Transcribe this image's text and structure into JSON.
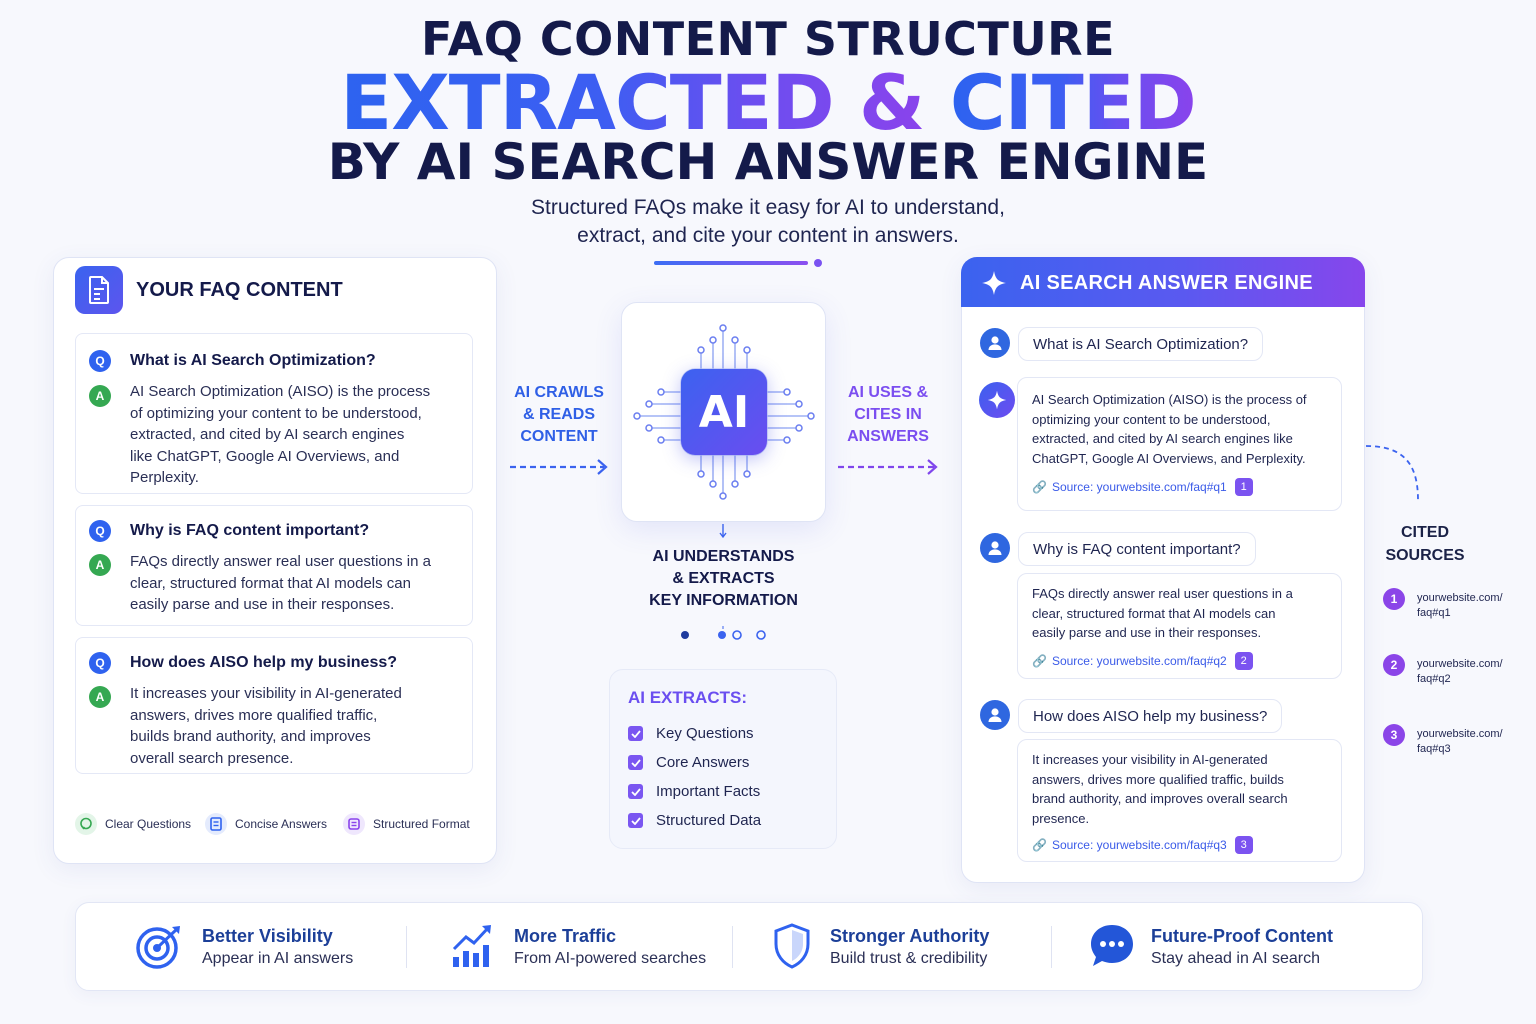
{
  "header": {
    "line1": "FAQ CONTENT STRUCTURE",
    "line2_a": "EXTRACTED &",
    "line2_b": "CITED",
    "line3": "BY AI SEARCH ANSWER ENGINE",
    "subtitle_1": "Structured FAQs make it easy for AI to understand,",
    "subtitle_2": "extract, and cite your content in answers."
  },
  "faq_card": {
    "title": "YOUR FAQ CONTENT",
    "q_badge": "Q",
    "a_badge": "A",
    "items": [
      {
        "question": "What is AI Search Optimization?",
        "answer_lines": [
          "AI Search Optimization (AISO) is the process",
          "of optimizing your content to be understood,",
          "extracted, and cited by AI search engines",
          "like ChatGPT, Google AI Overviews, and",
          "Perplexity."
        ]
      },
      {
        "question": "Why is FAQ content important?",
        "answer_lines": [
          "FAQs directly answer real user questions in a",
          "clear, structured format that AI models can",
          "easily parse and use in their responses."
        ]
      },
      {
        "question": "How does AISO help my business?",
        "answer_lines": [
          "It increases your visibility in AI-generated",
          "answers, drives more qualified traffic,",
          "builds brand authority, and improves",
          "overall search presence."
        ]
      }
    ],
    "features": [
      "Clear Questions",
      "Concise Answers",
      "Structured Format"
    ]
  },
  "flow": {
    "crawl": [
      "AI CRAWLS",
      "& READS",
      "CONTENT"
    ],
    "uses": [
      "AI USES &",
      "CITES IN",
      "ANSWERS"
    ],
    "understands": [
      "AI UNDERSTANDS",
      "& EXTRACTS",
      "KEY INFORMATION"
    ]
  },
  "ai_chip_label": "AI",
  "extracts": {
    "title": "AI EXTRACTS:",
    "items": [
      "Key Questions",
      "Core Answers",
      "Important Facts",
      "Structured Data"
    ]
  },
  "engine": {
    "title": "AI SEARCH ANSWER ENGINE",
    "exchanges": [
      {
        "question": "What is AI Search Optimization?",
        "answer_lines": [
          "AI Search Optimization (AISO) is the process of",
          "optimizing your content to be understood,",
          "extracted, and cited by AI search engines like",
          "ChatGPT, Google AI Overviews, and Perplexity."
        ],
        "source": "Source: yourwebsite.com/faq#q1",
        "num": "1"
      },
      {
        "question": "Why is FAQ content important?",
        "answer_lines": [
          "FAQs directly answer real user questions in a",
          "clear, structured format that AI models can",
          "easily parse and use in their responses."
        ],
        "source": "Source: yourwebsite.com/faq#q2",
        "num": "2"
      },
      {
        "question": "How does AISO help my business?",
        "answer_lines": [
          "It increases your visibility in AI-generated",
          "answers, drives more qualified traffic, builds",
          "brand authority, and improves overall search",
          "presence."
        ],
        "source": "Source: yourwebsite.com/faq#q3",
        "num": "3"
      }
    ]
  },
  "cited_sources": {
    "title_1": "CITED",
    "title_2": "SOURCES",
    "items": [
      {
        "num": "1",
        "line1": "yourwebsite.com/",
        "line2": "faq#q1"
      },
      {
        "num": "2",
        "line1": "yourwebsite.com/",
        "line2": "faq#q2"
      },
      {
        "num": "3",
        "line1": "yourwebsite.com/",
        "line2": "faq#q3"
      }
    ]
  },
  "benefits": [
    {
      "title": "Better Visibility",
      "sub": "Appear in AI answers",
      "icon": "target-icon"
    },
    {
      "title": "More Traffic",
      "sub": "From AI-powered searches",
      "icon": "growth-chart-icon"
    },
    {
      "title": "Stronger Authority",
      "sub": "Build trust & credibility",
      "icon": "shield-icon"
    },
    {
      "title": "Future-Proof Content",
      "sub": "Stay ahead in AI search",
      "icon": "chat-bubble-icon"
    }
  ],
  "colors": {
    "navy": "#141a4a",
    "blue": "#2f62ef",
    "purple": "#8a43ec",
    "green": "#35a852"
  }
}
